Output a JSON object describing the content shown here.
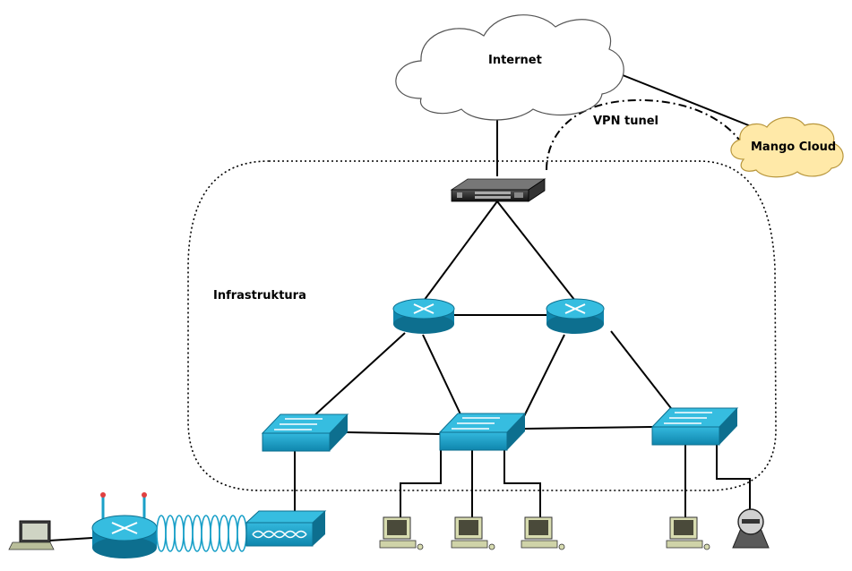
{
  "labels": {
    "internet": "Internet",
    "vpn": "VPN tunel",
    "cloud": "Mango Cloud",
    "infra": "Infrastruktura"
  },
  "colors": {
    "cisco_blue": "#1aa0c8",
    "cisco_dark": "#0d6f8f",
    "cloud_fill": "#ffffff",
    "mango_fill": "#ffe9a8",
    "pc_body": "#d8dcb0",
    "line": "#000000"
  },
  "nodes": {
    "internet": "internet-cloud",
    "mango": "mango-cloud",
    "server": "rack-server",
    "routers": [
      "router-left",
      "router-right"
    ],
    "switches": [
      "switch-left",
      "switch-center",
      "switch-right"
    ],
    "wireless_router": "wireless-router",
    "access_point": "access-point",
    "laptop": "laptop",
    "pcs": [
      "pc-1",
      "pc-2",
      "pc-3",
      "pc-4"
    ],
    "storage": "storage-device"
  }
}
